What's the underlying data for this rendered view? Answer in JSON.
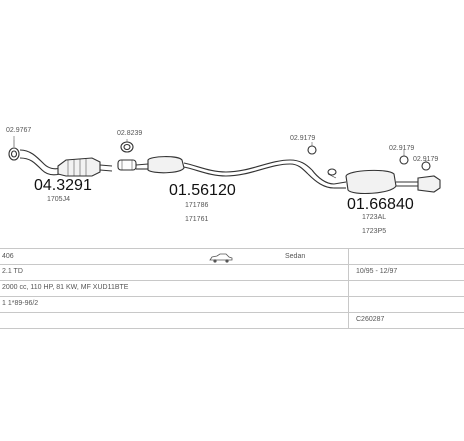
{
  "parts": {
    "part_1": "02.9767",
    "part_2": "02.8239",
    "part_3": "02.9179",
    "part_4": "02.9179",
    "part_5": "02.9179",
    "cat_no": "04.3291",
    "cat_ref": "1705J4",
    "mid_no": "01.56120",
    "mid_ref1": "171786",
    "mid_ref2": "171761",
    "rear_no": "01.66840",
    "rear_ref1": "1723AL",
    "rear_ref2": "1723P5"
  },
  "table": {
    "model": "406",
    "car_icon": "sedan-car-icon",
    "body": "Sedan",
    "engine": "2.1 TD",
    "years": "10/95 - 12/97",
    "spec": "2000 cc, 110 HP, 81 KW, MF XUD11BTE",
    "vin": "1 1*89-96/2",
    "code": "C260287"
  }
}
